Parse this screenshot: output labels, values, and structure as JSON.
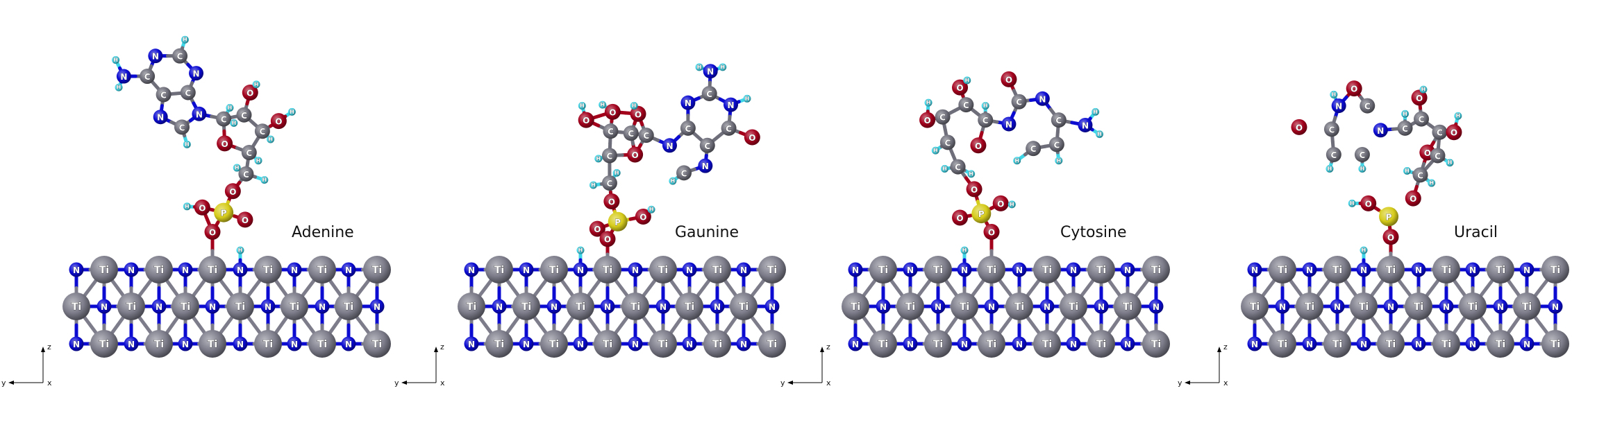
{
  "figure": {
    "panels": [
      {
        "label": "Adenine"
      },
      {
        "label": "Gaunine"
      },
      {
        "label": "Cytosine"
      },
      {
        "label": "Uracil"
      }
    ],
    "axes": {
      "z": "z",
      "y": "y",
      "x": "x"
    }
  },
  "elements": {
    "Ti": {
      "symbol": "Ti",
      "color": "#7c7c8a"
    },
    "N": {
      "symbol": "N",
      "color": "#0b0bd2"
    },
    "C": {
      "symbol": "C",
      "color": "#6e6e7a"
    },
    "O": {
      "symbol": "O",
      "color": "#a3001c"
    },
    "H": {
      "symbol": "H",
      "color": "#3fd6e8"
    },
    "P": {
      "symbol": "P",
      "color": "#d6cc1c"
    }
  }
}
